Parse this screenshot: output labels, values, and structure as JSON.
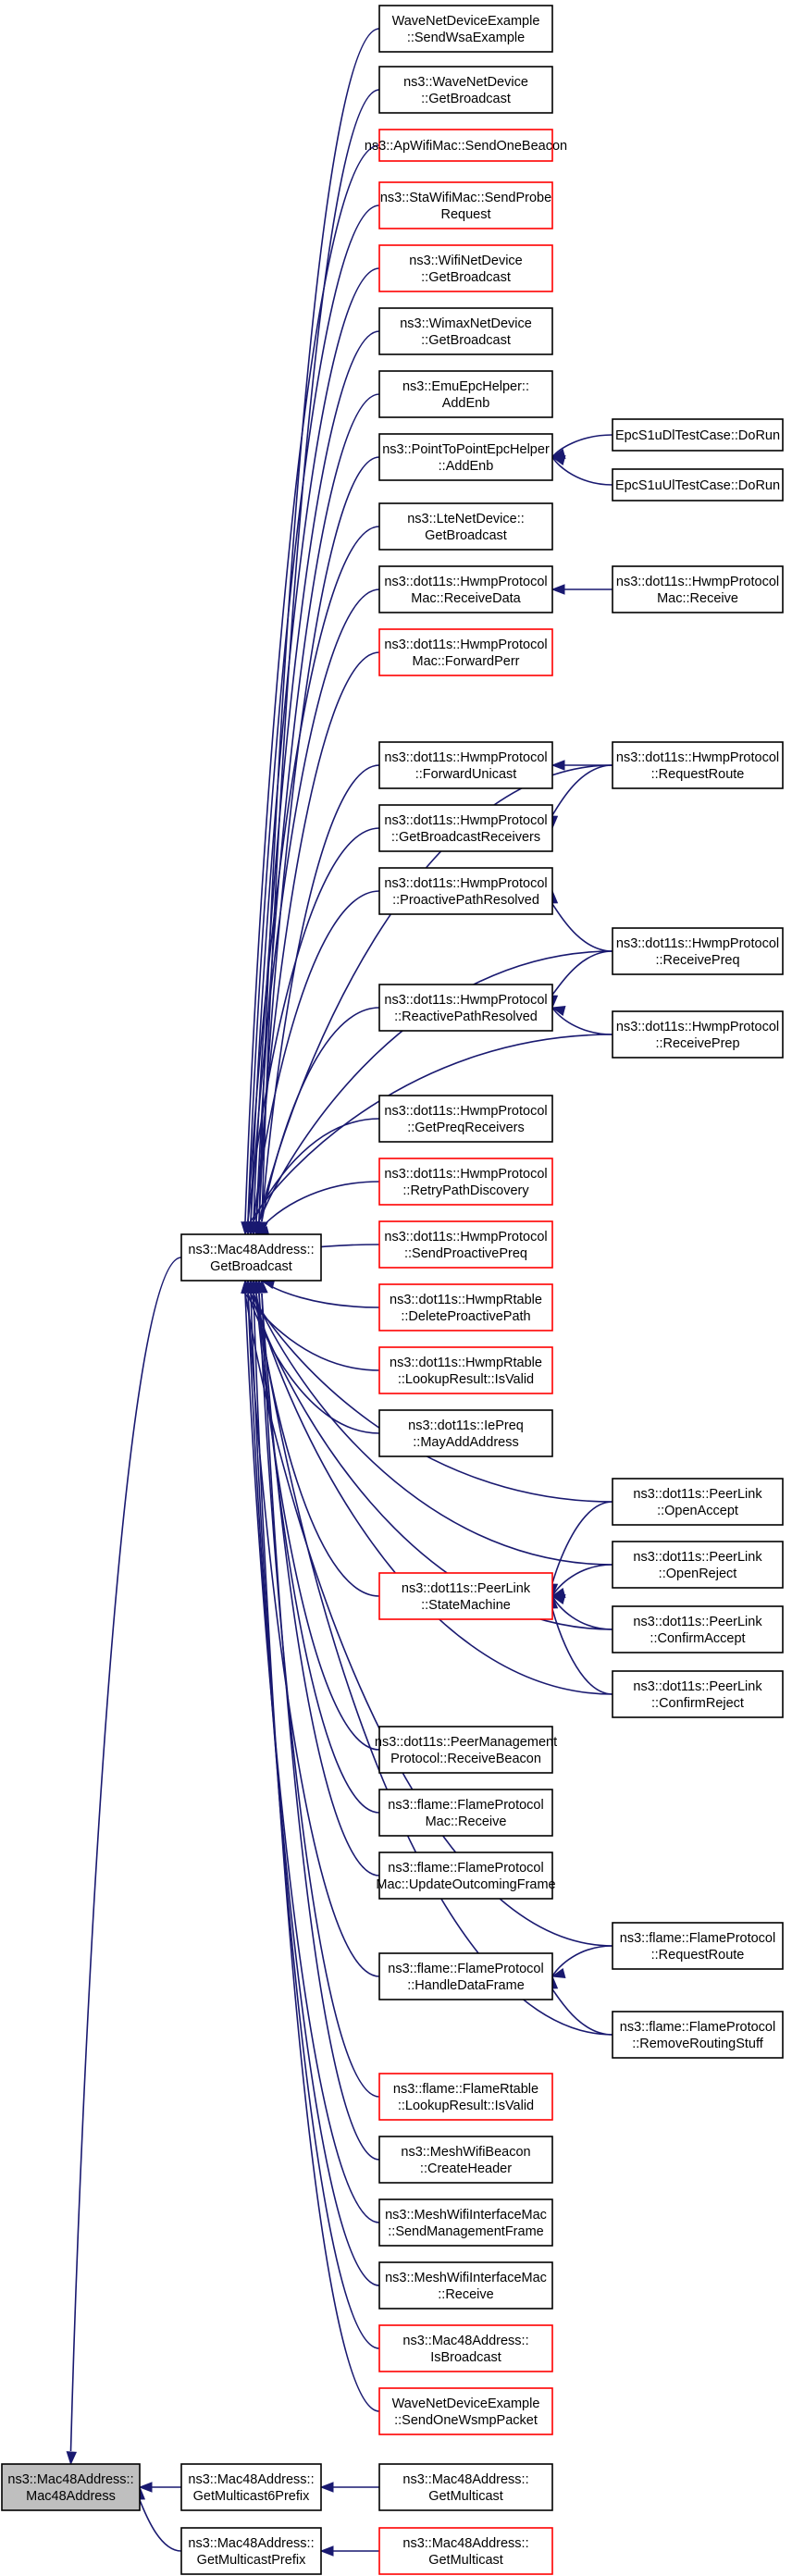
{
  "nodes": [
    {
      "id": "mac48ctor",
      "lines": [
        "ns3::Mac48Address::",
        "Mac48Address"
      ],
      "style": "root"
    },
    {
      "id": "getBroadcast",
      "lines": [
        "ns3::Mac48Address::",
        "GetBroadcast"
      ],
      "style": "black"
    },
    {
      "id": "getMulticast6Prefix",
      "lines": [
        "ns3::Mac48Address::",
        "GetMulticast6Prefix"
      ],
      "style": "black"
    },
    {
      "id": "getMulticastPrefix",
      "lines": [
        "ns3::Mac48Address::",
        "GetMulticastPrefix"
      ],
      "style": "black"
    },
    {
      "id": "getMulticastA",
      "lines": [
        "ns3::Mac48Address::",
        "GetMulticast"
      ],
      "style": "black"
    },
    {
      "id": "getMulticastB",
      "lines": [
        "ns3::Mac48Address::",
        "GetMulticast"
      ],
      "style": "red"
    },
    {
      "id": "sendWsa",
      "lines": [
        "WaveNetDeviceExample",
        "::SendWsaExample"
      ],
      "style": "black"
    },
    {
      "id": "waveGetBroadcast",
      "lines": [
        "ns3::WaveNetDevice",
        "::GetBroadcast"
      ],
      "style": "black"
    },
    {
      "id": "apSendOneBeacon",
      "lines": [
        "ns3::ApWifiMac::SendOneBeacon"
      ],
      "style": "red"
    },
    {
      "id": "staSendProbe",
      "lines": [
        "ns3::StaWifiMac::SendProbe",
        "Request"
      ],
      "style": "red"
    },
    {
      "id": "wifiGetBroadcast",
      "lines": [
        "ns3::WifiNetDevice",
        "::GetBroadcast"
      ],
      "style": "red"
    },
    {
      "id": "wimaxGetBroadcast",
      "lines": [
        "ns3::WimaxNetDevice",
        "::GetBroadcast"
      ],
      "style": "black"
    },
    {
      "id": "emuAddEnb",
      "lines": [
        "ns3::EmuEpcHelper::",
        "AddEnb"
      ],
      "style": "black"
    },
    {
      "id": "p2pAddEnb",
      "lines": [
        "ns3::PointToPointEpcHelper",
        "::AddEnb"
      ],
      "style": "black"
    },
    {
      "id": "epcDl",
      "lines": [
        "EpcS1uDlTestCase::DoRun"
      ],
      "style": "black"
    },
    {
      "id": "epcUl",
      "lines": [
        "EpcS1uUlTestCase::DoRun"
      ],
      "style": "black"
    },
    {
      "id": "lteGetBroadcast",
      "lines": [
        "ns3::LteNetDevice::",
        "GetBroadcast"
      ],
      "style": "black"
    },
    {
      "id": "hwmpMacReceiveData",
      "lines": [
        "ns3::dot11s::HwmpProtocol",
        "Mac::ReceiveData"
      ],
      "style": "black"
    },
    {
      "id": "hwmpMacReceive",
      "lines": [
        "ns3::dot11s::HwmpProtocol",
        "Mac::Receive"
      ],
      "style": "black"
    },
    {
      "id": "hwmpMacForwardPerr",
      "lines": [
        "ns3::dot11s::HwmpProtocol",
        "Mac::ForwardPerr"
      ],
      "style": "red"
    },
    {
      "id": "forwardUnicast",
      "lines": [
        "ns3::dot11s::HwmpProtocol",
        "::ForwardUnicast"
      ],
      "style": "black"
    },
    {
      "id": "requestRoute",
      "lines": [
        "ns3::dot11s::HwmpProtocol",
        "::RequestRoute"
      ],
      "style": "black"
    },
    {
      "id": "getBroadcastReceivers",
      "lines": [
        "ns3::dot11s::HwmpProtocol",
        "::GetBroadcastReceivers"
      ],
      "style": "black"
    },
    {
      "id": "proactivePathResolved",
      "lines": [
        "ns3::dot11s::HwmpProtocol",
        "::ProactivePathResolved"
      ],
      "style": "black"
    },
    {
      "id": "receivePreq",
      "lines": [
        "ns3::dot11s::HwmpProtocol",
        "::ReceivePreq"
      ],
      "style": "black"
    },
    {
      "id": "reactivePathResolved",
      "lines": [
        "ns3::dot11s::HwmpProtocol",
        "::ReactivePathResolved"
      ],
      "style": "black"
    },
    {
      "id": "receivePrep",
      "lines": [
        "ns3::dot11s::HwmpProtocol",
        "::ReceivePrep"
      ],
      "style": "black"
    },
    {
      "id": "getPreqReceivers",
      "lines": [
        "ns3::dot11s::HwmpProtocol",
        "::GetPreqReceivers"
      ],
      "style": "black"
    },
    {
      "id": "retryPathDiscovery",
      "lines": [
        "ns3::dot11s::HwmpProtocol",
        "::RetryPathDiscovery"
      ],
      "style": "red"
    },
    {
      "id": "sendProactivePreq",
      "lines": [
        "ns3::dot11s::HwmpProtocol",
        "::SendProactivePreq"
      ],
      "style": "red"
    },
    {
      "id": "deleteProactivePath",
      "lines": [
        "ns3::dot11s::HwmpRtable",
        "::DeleteProactivePath"
      ],
      "style": "red"
    },
    {
      "id": "hwmpLookupIsValid",
      "lines": [
        "ns3::dot11s::HwmpRtable",
        "::LookupResult::IsValid"
      ],
      "style": "red"
    },
    {
      "id": "mayAddAddress",
      "lines": [
        "ns3::dot11s::IePreq",
        "::MayAddAddress"
      ],
      "style": "black"
    },
    {
      "id": "openAccept",
      "lines": [
        "ns3::dot11s::PeerLink",
        "::OpenAccept"
      ],
      "style": "black"
    },
    {
      "id": "openReject",
      "lines": [
        "ns3::dot11s::PeerLink",
        "::OpenReject"
      ],
      "style": "black"
    },
    {
      "id": "stateMachine",
      "lines": [
        "ns3::dot11s::PeerLink",
        "::StateMachine"
      ],
      "style": "red"
    },
    {
      "id": "confirmAccept",
      "lines": [
        "ns3::dot11s::PeerLink",
        "::ConfirmAccept"
      ],
      "style": "black"
    },
    {
      "id": "confirmReject",
      "lines": [
        "ns3::dot11s::PeerLink",
        "::ConfirmReject"
      ],
      "style": "black"
    },
    {
      "id": "peerMgmtReceiveBeacon",
      "lines": [
        "ns3::dot11s::PeerManagement",
        "Protocol::ReceiveBeacon"
      ],
      "style": "black"
    },
    {
      "id": "flameMacReceive",
      "lines": [
        "ns3::flame::FlameProtocol",
        "Mac::Receive"
      ],
      "style": "black"
    },
    {
      "id": "flameUpdateOutcoming",
      "lines": [
        "ns3::flame::FlameProtocol",
        "Mac::UpdateOutcomingFrame"
      ],
      "style": "black"
    },
    {
      "id": "flameRequestRoute",
      "lines": [
        "ns3::flame::FlameProtocol",
        "::RequestRoute"
      ],
      "style": "black"
    },
    {
      "id": "flameHandleDataFrame",
      "lines": [
        "ns3::flame::FlameProtocol",
        "::HandleDataFrame"
      ],
      "style": "black"
    },
    {
      "id": "flameRemoveRouting",
      "lines": [
        "ns3::flame::FlameProtocol",
        "::RemoveRoutingStuff"
      ],
      "style": "black"
    },
    {
      "id": "flameLookupIsValid",
      "lines": [
        "ns3::flame::FlameRtable",
        "::LookupResult::IsValid"
      ],
      "style": "red"
    },
    {
      "id": "meshBeaconCreateHeader",
      "lines": [
        "ns3::MeshWifiBeacon",
        "::CreateHeader"
      ],
      "style": "black"
    },
    {
      "id": "meshSendMgmtFrame",
      "lines": [
        "ns3::MeshWifiInterfaceMac",
        "::SendManagementFrame"
      ],
      "style": "black"
    },
    {
      "id": "meshIfaceReceive",
      "lines": [
        "ns3::MeshWifiInterfaceMac",
        "::Receive"
      ],
      "style": "black"
    },
    {
      "id": "mac48IsBroadcast",
      "lines": [
        "ns3::Mac48Address::",
        "IsBroadcast"
      ],
      "style": "red"
    },
    {
      "id": "sendOneWsmp",
      "lines": [
        "WaveNetDeviceExample",
        "::SendOneWsmpPacket"
      ],
      "style": "red"
    }
  ],
  "edges": [
    {
      "from": "getBroadcast",
      "to": "mac48ctor"
    },
    {
      "from": "getMulticast6Prefix",
      "to": "mac48ctor"
    },
    {
      "from": "getMulticastPrefix",
      "to": "mac48ctor"
    },
    {
      "from": "getMulticastA",
      "to": "getMulticast6Prefix"
    },
    {
      "from": "getMulticastB",
      "to": "getMulticastPrefix"
    },
    {
      "from": "sendWsa",
      "to": "getBroadcast"
    },
    {
      "from": "waveGetBroadcast",
      "to": "getBroadcast"
    },
    {
      "from": "apSendOneBeacon",
      "to": "getBroadcast"
    },
    {
      "from": "staSendProbe",
      "to": "getBroadcast"
    },
    {
      "from": "wifiGetBroadcast",
      "to": "getBroadcast"
    },
    {
      "from": "wimaxGetBroadcast",
      "to": "getBroadcast"
    },
    {
      "from": "emuAddEnb",
      "to": "getBroadcast"
    },
    {
      "from": "p2pAddEnb",
      "to": "getBroadcast"
    },
    {
      "from": "epcDl",
      "to": "p2pAddEnb"
    },
    {
      "from": "epcUl",
      "to": "p2pAddEnb"
    },
    {
      "from": "lteGetBroadcast",
      "to": "getBroadcast"
    },
    {
      "from": "hwmpMacReceiveData",
      "to": "getBroadcast"
    },
    {
      "from": "hwmpMacReceive",
      "to": "hwmpMacReceiveData"
    },
    {
      "from": "hwmpMacForwardPerr",
      "to": "getBroadcast"
    },
    {
      "from": "requestRoute",
      "to": "getBroadcast"
    },
    {
      "from": "forwardUnicast",
      "to": "getBroadcast"
    },
    {
      "from": "requestRoute",
      "to": "forwardUnicast"
    },
    {
      "from": "getBroadcastReceivers",
      "to": "getBroadcast"
    },
    {
      "from": "requestRoute",
      "to": "getBroadcastReceivers"
    },
    {
      "from": "proactivePathResolved",
      "to": "getBroadcast"
    },
    {
      "from": "receivePreq",
      "to": "proactivePathResolved"
    },
    {
      "from": "receivePreq",
      "to": "getBroadcast"
    },
    {
      "from": "reactivePathResolved",
      "to": "getBroadcast"
    },
    {
      "from": "receivePreq",
      "to": "reactivePathResolved"
    },
    {
      "from": "receivePrep",
      "to": "reactivePathResolved"
    },
    {
      "from": "receivePrep",
      "to": "getBroadcast"
    },
    {
      "from": "getPreqReceivers",
      "to": "getBroadcast"
    },
    {
      "from": "retryPathDiscovery",
      "to": "getBroadcast"
    },
    {
      "from": "sendProactivePreq",
      "to": "getBroadcast"
    },
    {
      "from": "deleteProactivePath",
      "to": "getBroadcast"
    },
    {
      "from": "hwmpLookupIsValid",
      "to": "getBroadcast"
    },
    {
      "from": "mayAddAddress",
      "to": "getBroadcast"
    },
    {
      "from": "openAccept",
      "to": "getBroadcast"
    },
    {
      "from": "openReject",
      "to": "getBroadcast"
    },
    {
      "from": "stateMachine",
      "to": "getBroadcast"
    },
    {
      "from": "openAccept",
      "to": "stateMachine"
    },
    {
      "from": "openReject",
      "to": "stateMachine"
    },
    {
      "from": "confirmAccept",
      "to": "stateMachine"
    },
    {
      "from": "confirmReject",
      "to": "stateMachine"
    },
    {
      "from": "confirmAccept",
      "to": "getBroadcast"
    },
    {
      "from": "confirmReject",
      "to": "getBroadcast"
    },
    {
      "from": "peerMgmtReceiveBeacon",
      "to": "getBroadcast"
    },
    {
      "from": "flameMacReceive",
      "to": "getBroadcast"
    },
    {
      "from": "flameUpdateOutcoming",
      "to": "getBroadcast"
    },
    {
      "from": "flameRequestRoute",
      "to": "getBroadcast"
    },
    {
      "from": "flameHandleDataFrame",
      "to": "getBroadcast"
    },
    {
      "from": "flameRequestRoute",
      "to": "flameHandleDataFrame"
    },
    {
      "from": "flameRemoveRouting",
      "to": "flameHandleDataFrame"
    },
    {
      "from": "flameRemoveRouting",
      "to": "getBroadcast"
    },
    {
      "from": "flameLookupIsValid",
      "to": "getBroadcast"
    },
    {
      "from": "meshBeaconCreateHeader",
      "to": "getBroadcast"
    },
    {
      "from": "meshSendMgmtFrame",
      "to": "getBroadcast"
    },
    {
      "from": "meshIfaceReceive",
      "to": "getBroadcast"
    },
    {
      "from": "mac48IsBroadcast",
      "to": "getBroadcast"
    },
    {
      "from": "sendOneWsmp",
      "to": "getBroadcast"
    }
  ]
}
